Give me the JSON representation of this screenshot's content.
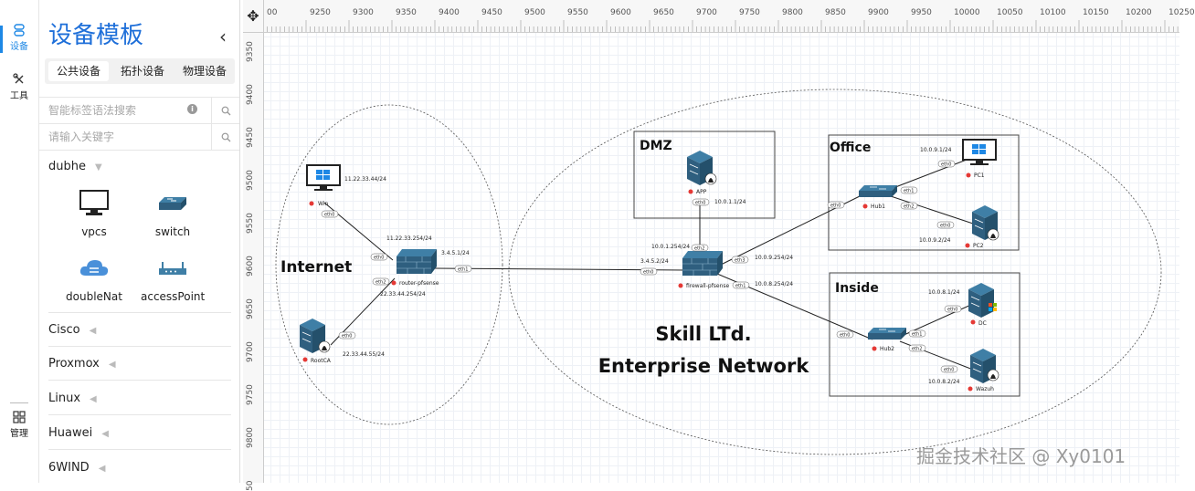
{
  "rail": {
    "items": [
      {
        "label": "设备",
        "icon": "devices-icon",
        "active": true
      },
      {
        "label": "工具",
        "icon": "tools-icon",
        "active": false
      },
      {
        "label": "管理",
        "icon": "manage-icon",
        "active": false
      }
    ]
  },
  "panel": {
    "title": "设备模板",
    "collapse_icon": "chevron-left-icon",
    "tabs": [
      "公共设备",
      "拓扑设备",
      "物理设备"
    ],
    "active_tab": 0,
    "search_tag_placeholder": "智能标签语法搜索",
    "search_keyword_placeholder": "请输入关键字",
    "groups": [
      {
        "name": "dubhe",
        "expanded": true,
        "devices": [
          {
            "label": "vpcs",
            "icon": "monitor-icon"
          },
          {
            "label": "switch",
            "icon": "switch-icon"
          },
          {
            "label": "doubleNat",
            "icon": "cloud-icon"
          },
          {
            "label": "accessPoint",
            "icon": "access-point-icon"
          }
        ]
      },
      {
        "name": "Cisco",
        "expanded": false
      },
      {
        "name": "Proxmox",
        "expanded": false
      },
      {
        "name": "Linux",
        "expanded": false
      },
      {
        "name": "Huawei",
        "expanded": false
      },
      {
        "name": "6WIND",
        "expanded": false
      }
    ]
  },
  "ruler": {
    "top": [
      "00",
      "9250",
      "9300",
      "9350",
      "9400",
      "9450",
      "9500",
      "9550",
      "9600",
      "9650",
      "9700",
      "9750",
      "9800",
      "9850",
      "9900",
      "9950",
      "10000",
      "10050",
      "10100",
      "10150",
      "10200",
      "10250"
    ],
    "left": [
      "9350",
      "9400",
      "9450",
      "9500",
      "9550",
      "9600",
      "9650",
      "9700",
      "9750",
      "9800",
      "50"
    ]
  },
  "topology": {
    "zones": {
      "internet": "Internet",
      "enterprise_line1": "Skill LTd.",
      "enterprise_line2": "Enterprise Network",
      "dmz": "DMZ",
      "office": "Office",
      "inside": "Inside"
    },
    "nodes": {
      "win": {
        "name": "Win",
        "ip": "11.22.33.44/24",
        "port": "eth0"
      },
      "router": {
        "name": "router-pfsense",
        "ip_top": "11.22.33.254/24",
        "ip_right": "3.4.5.1/24",
        "ip_bottom": "22.33.44.254/24",
        "ports": [
          "eth0",
          "eth2",
          "eth1"
        ]
      },
      "rootca": {
        "name": "RootCA",
        "ip": "22.33.44.55/24",
        "port": "eth0"
      },
      "app": {
        "name": "APP",
        "ip": "10.0.1.1/24",
        "port": "eth0"
      },
      "firewall": {
        "name": "firewall-pfsense",
        "ip_top": "10.0.1.254/24",
        "ip_left": "3.4.5.2/24",
        "ip_office": "10.0.9.254/24",
        "ip_inside": "10.0.8.254/24",
        "ports": [
          "eth2",
          "eth0",
          "eth3",
          "eth1"
        ]
      },
      "hub1": {
        "name": "Hub1",
        "ports": [
          "eth0",
          "eth1",
          "eth2"
        ]
      },
      "pc1": {
        "name": "PC1",
        "ip": "10.0.9.1/24",
        "port": "eth0"
      },
      "pc2": {
        "name": "PC2",
        "ip": "10.0.9.2/24",
        "port": "eth0"
      },
      "hub2": {
        "name": "Hub2",
        "ports": [
          "eth0",
          "eth1",
          "eth2"
        ]
      },
      "dc": {
        "name": "DC",
        "ip": "10.0.8.1/24",
        "port": "eth0"
      },
      "wazuh": {
        "name": "Wazuh",
        "ip": "10.0.8.2/24",
        "port": "eth0"
      }
    }
  },
  "watermark": "掘金技术社区 @ Xy0101",
  "colors": {
    "accent": "#1e88e5",
    "server": "#2f5f7f",
    "status_red": "#e53935"
  }
}
